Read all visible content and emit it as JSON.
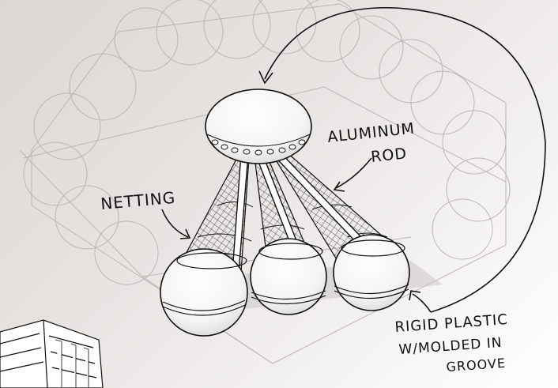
{
  "labels": {
    "aluminum_line1": "ALUMINUM",
    "aluminum_line2": "ROD",
    "netting": "NETTING",
    "plastic_line1": "RIGID PLASTIC",
    "plastic_line2": "W/MOLDED IN",
    "plastic_line3": "GROOVE"
  },
  "colors": {
    "ink": "#111111",
    "faint_sketch": "#b9b5b3",
    "shade": "#d8d8d8",
    "paper": "#ffffff"
  }
}
